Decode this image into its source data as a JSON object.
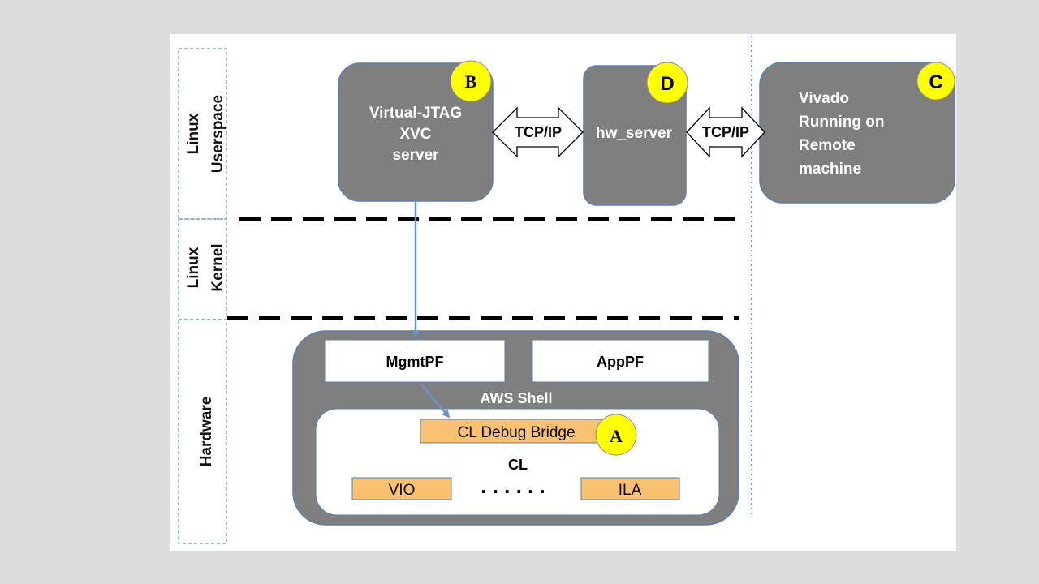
{
  "layers": {
    "userspace_line1": "Linux",
    "userspace_line2": "Userspace",
    "kernel_line1": "Linux",
    "kernel_line2": "Kernel",
    "hardware": "Hardware"
  },
  "nodes": {
    "xvc": {
      "line1": "Virtual-JTAG",
      "line2": "XVC",
      "line3": "server",
      "badge": "B"
    },
    "hw_server": {
      "label": "hw_server",
      "badge": "D"
    },
    "vivado": {
      "line1": "Vivado",
      "line2": "Running on",
      "line3": "Remote",
      "line4": "machine",
      "badge": "C"
    }
  },
  "links": {
    "tcp1": "TCP/IP",
    "tcp2": "TCP/IP"
  },
  "hardware": {
    "mgmtpf": "MgmtPF",
    "apppf": "AppPF",
    "shell": "AWS Shell",
    "debug_bridge": "CL Debug Bridge",
    "debug_badge": "A",
    "cl": "CL",
    "vio": "VIO",
    "ila": "ILA",
    "dots": ". . . . . ."
  },
  "colors": {
    "page_bg": "#dcdcdc",
    "slide_bg": "#ffffff",
    "node_fill": "#7f7f7f",
    "node_stroke": "#5b7fae",
    "badge_yellow": "#ffff00",
    "orange_fill": "#f9c270",
    "arrow_blue": "#6a93c6"
  }
}
